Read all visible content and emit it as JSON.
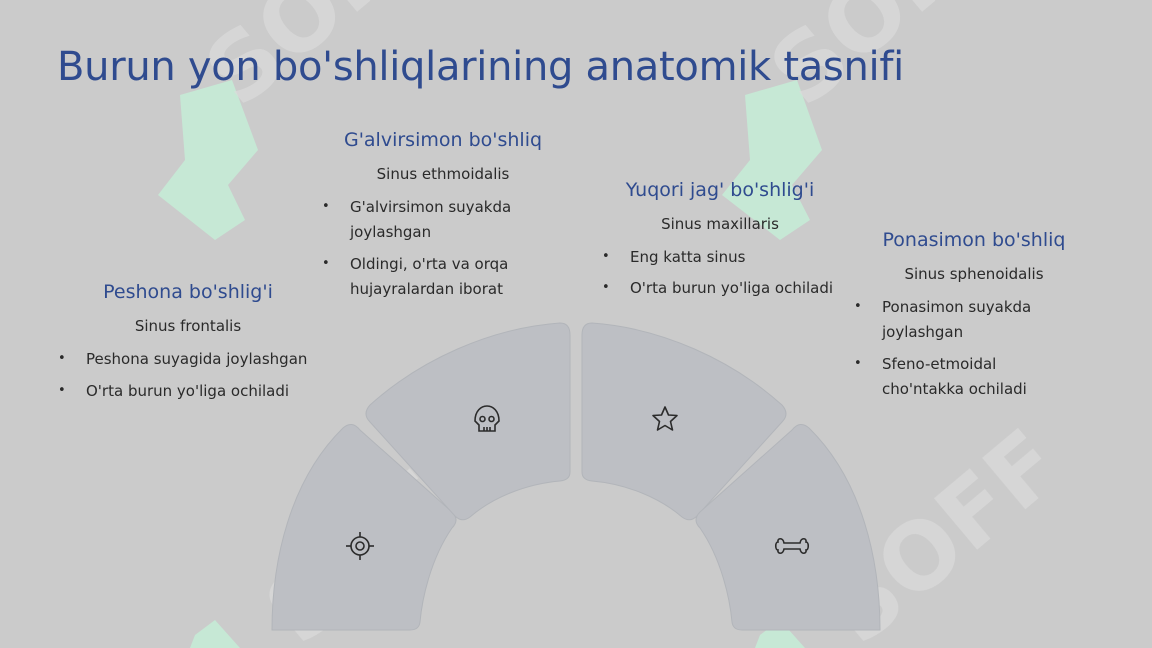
{
  "title": "Burun yon bo'shliqlarining anatomik tasnifi",
  "sections": [
    {
      "heading": "Peshona bo'shlig'i",
      "latin": "Sinus frontalis",
      "bullets": [
        "Peshona suyagida joylashgan",
        "O'rta burun yo'liga ochiladi"
      ],
      "icon": "target-icon"
    },
    {
      "heading": "G'alvirsimon bo'shliq",
      "latin": "Sinus ethmoidalis",
      "bullets": [
        "G'alvirsimon suyakda joylashgan",
        "Oldingi, o'rta va orqa hujayralardan iborat"
      ],
      "icon": "skull-icon"
    },
    {
      "heading": "Yuqori jag' bo'shlig'i",
      "latin": "Sinus maxillaris",
      "bullets": [
        "Eng katta sinus",
        "O'rta burun yo'liga ochiladi"
      ],
      "icon": "star-icon"
    },
    {
      "heading": "Ponasimon bo'shliq",
      "latin": "Sinus sphenoidalis",
      "bullets": [
        "Ponasimon suyakda joylashgan",
        "Sfeno-etmoidal cho'ntakka ochiladi"
      ],
      "icon": "bone-icon"
    }
  ],
  "colors": {
    "background": "#cbcbcb",
    "title": "#2f4b8f",
    "segment_fill": "#bdbfc4",
    "watermark_green": "#c6e8d5"
  }
}
